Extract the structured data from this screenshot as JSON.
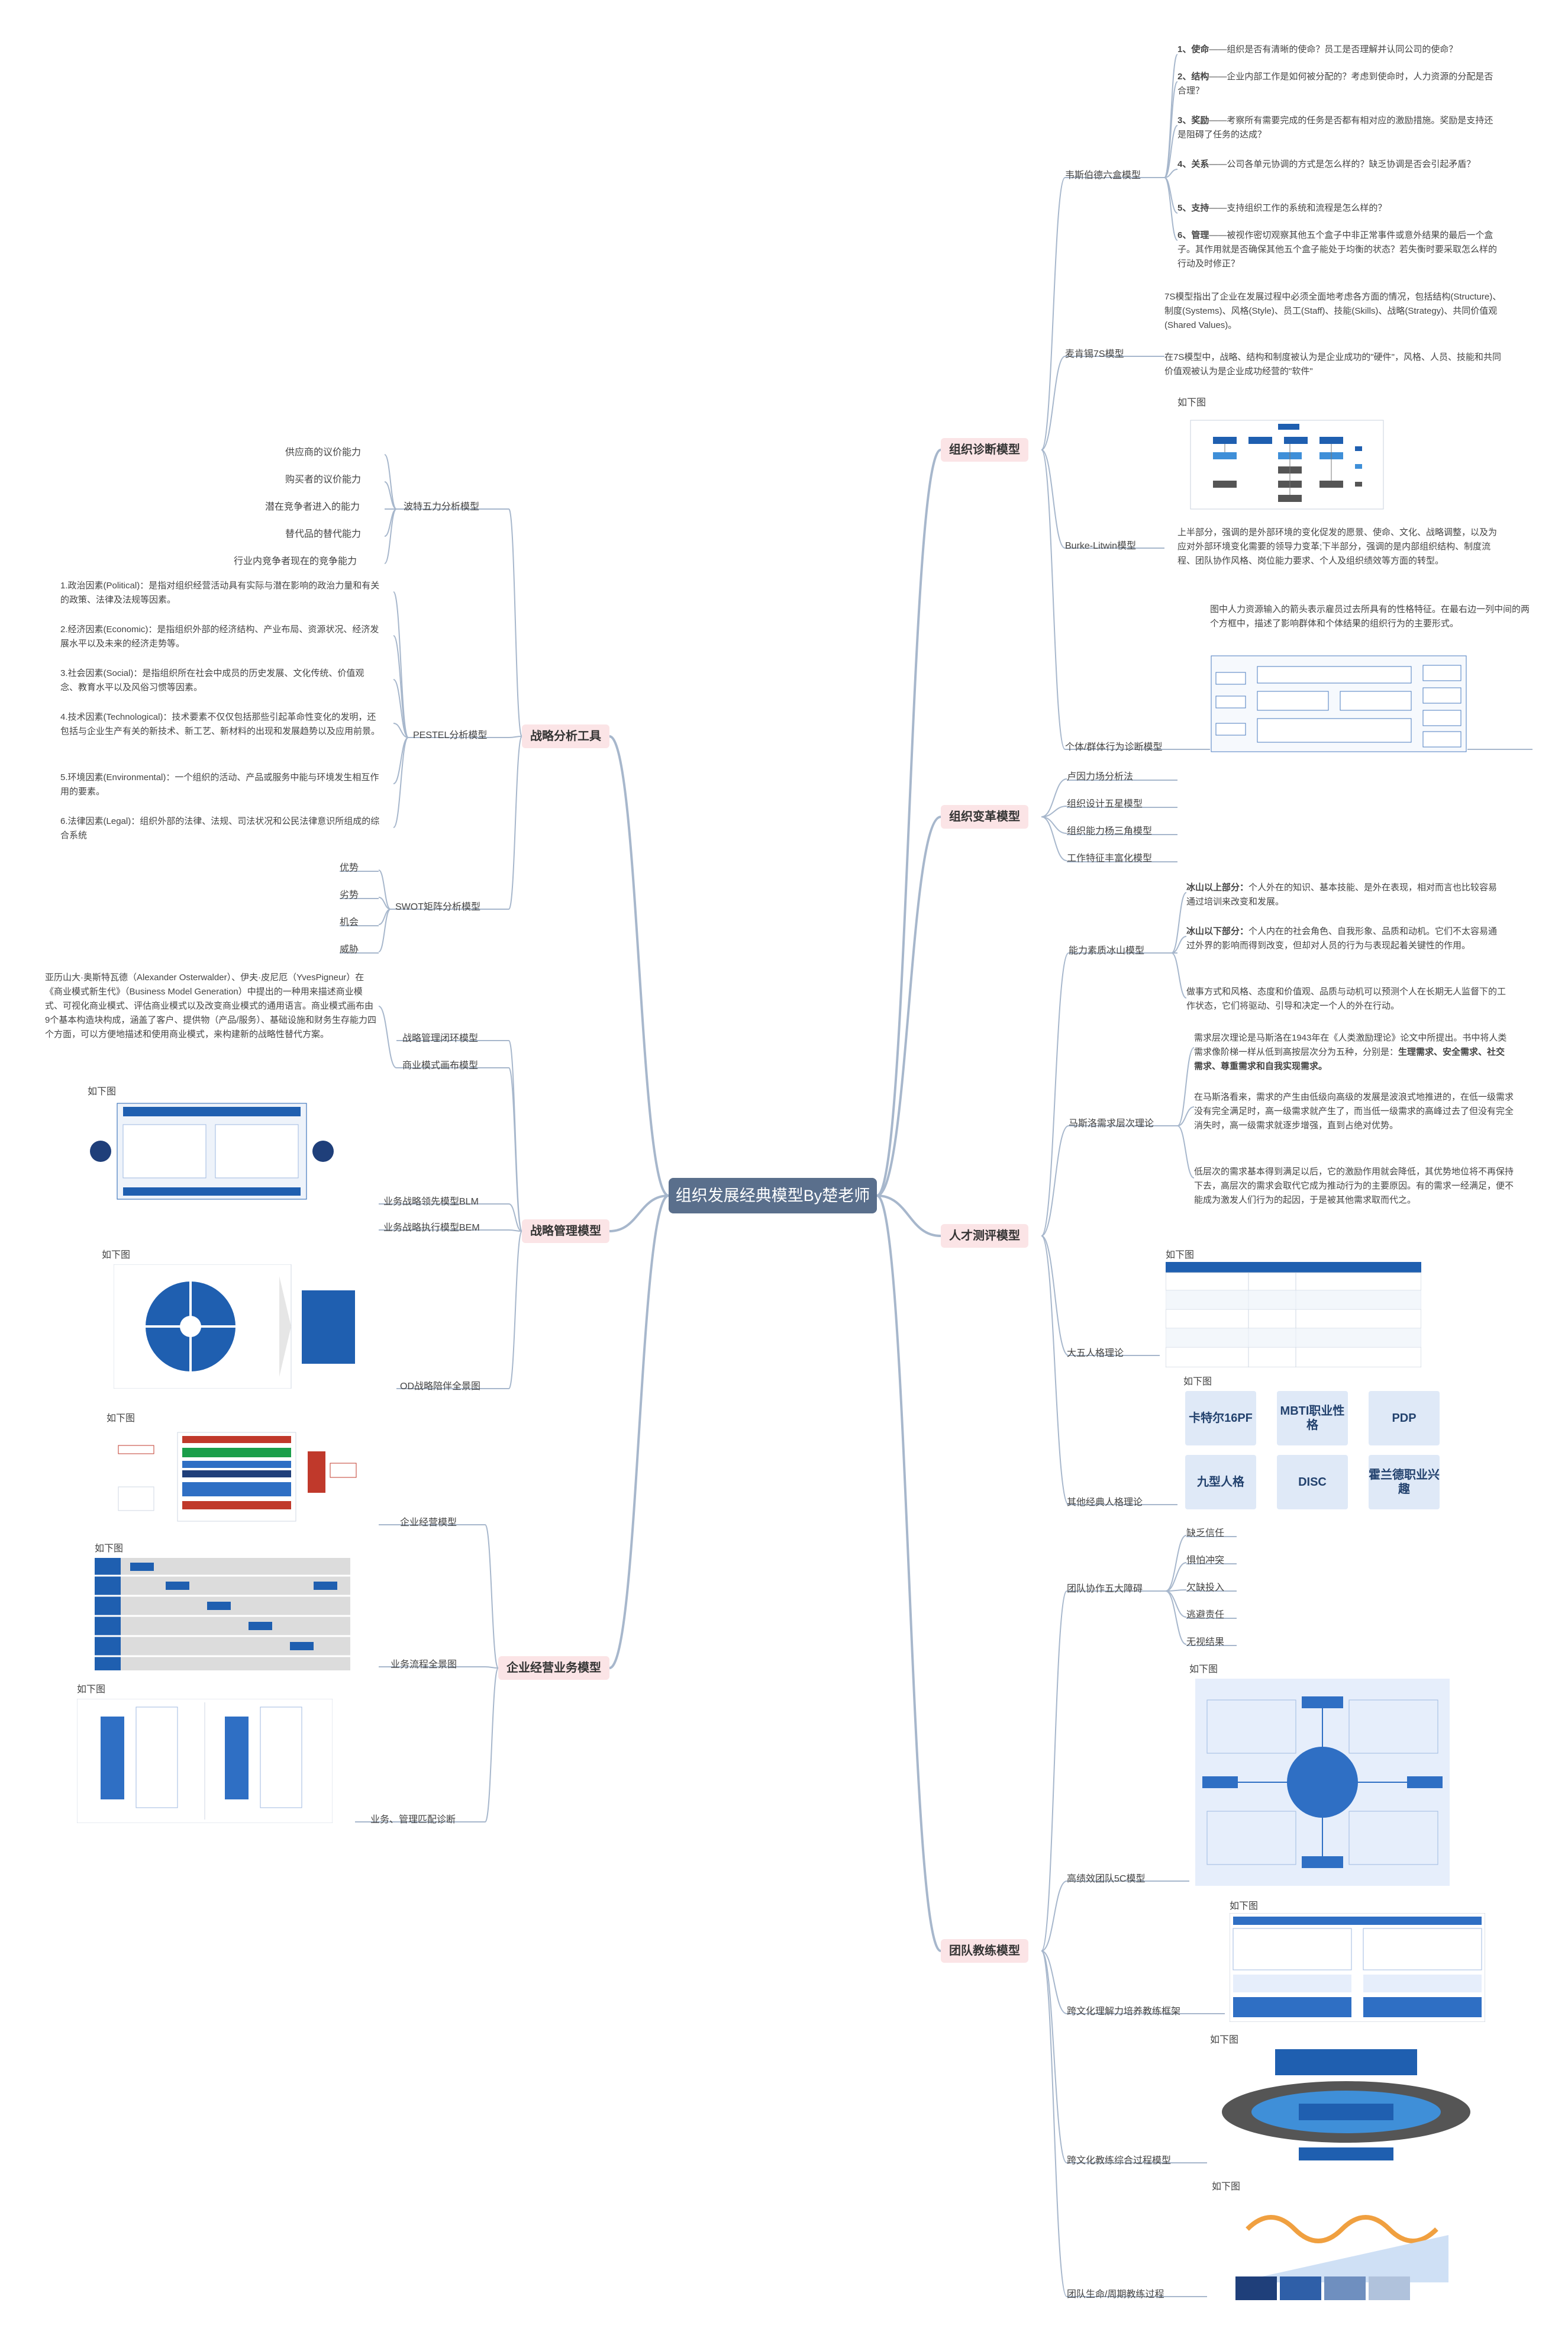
{
  "root": "组织发展经典模型By楚老师",
  "caption": "如下图",
  "diagnosis": {
    "title": "组织诊断模型",
    "weisbord": {
      "label": "韦斯伯德六盒模型",
      "items": [
        {
          "key": "1、使命",
          "text": "——组织是否有清晰的使命？员工是否理解并认同公司的使命？"
        },
        {
          "key": "2、结构",
          "text": "——企业内部工作是如何被分配的？考虑到使命时，人力资源的分配是否合理？"
        },
        {
          "key": "3、奖励",
          "text": "——考察所有需要完成的任务是否都有相对应的激励措施。奖励是支持还是阻碍了任务的达成？"
        },
        {
          "key": "4、关系",
          "text": "——公司各单元协调的方式是怎么样的？缺乏协调是否会引起矛盾？"
        },
        {
          "key": "5、支持",
          "text": "——支持组织工作的系统和流程是怎么样的？"
        },
        {
          "key": "6、管理",
          "text": "——被视作密切观察其他五个盒子中非正常事件或意外结果的最后一个盒子。其作用就是否确保其他五个盒子能处于均衡的状态？若失衡时要采取怎么样的行动及时修正？"
        }
      ]
    },
    "mckinsey": {
      "label": "麦肯锡7S模型",
      "p1": "7S模型指出了企业在发展过程中必须全面地考虑各方面的情况，包括结构(Structure)、制度(Systems)、风格(Style)、员工(Staff)、技能(Skills)、战略(Strategy)、共同价值观(Shared Values)。",
      "p2": "在7S模型中，战略、结构和制度被认为是企业成功的\"硬件\"，风格、人员、技能和共同价值观被认为是企业成功经营的\"软件\""
    },
    "burke": {
      "label": "Burke-Litwin模型",
      "text": "上半部分，强调的是外部环境的变化促发的愿景、使命、文化、战略调整，以及为应对外部环境变化需要的领导力变革;下半部分，强调的是内部组织结构、制度流程、团队协作风格、岗位能力要求、个人及组织绩效等方面的转型。"
    },
    "individual": {
      "label": "个体/群体行为诊断模型",
      "text": "图中人力资源输入的箭头表示雇员过去所具有的性格特征。在最右边一列中间的两个方框中，描述了影响群体和个体结果的组织行为的主要形式。"
    }
  },
  "change": {
    "title": "组织变革模型",
    "items": [
      "卢因力场分析法",
      "组织设计五星模型",
      "组织能力杨三角模型",
      "工作特征丰富化模型"
    ]
  },
  "talent": {
    "title": "人才测评模型",
    "iceberg": {
      "label": "能力素质冰山模型",
      "above_key": "冰山以上部分：",
      "above": "个人外在的知识、基本技能、是外在表现，相对而言也比较容易通过培训来改变和发展。",
      "below_key": "冰山以下部分：",
      "below": "个人内在的社会角色、自我形象、品质和动机。它们不太容易通过外界的影响而得到改变，但却对人员的行为与表现起着关键性的作用。",
      "extra": "做事方式和风格、态度和价值观、品质与动机可以预测个人在长期无人监督下的工作状态，它们将驱动、引导和决定一个人的外在行动。"
    },
    "maslow": {
      "label": "马斯洛需求层次理论",
      "p1a": "需求层次理论是马斯洛在1943年在《人类激励理论》论文中所提出。书中将人类需求像阶梯一样从低到高按层次分为五种，分别是：",
      "p1b": "生理需求、安全需求、社交需求、尊重需求和自我实现需求。",
      "p2": "在马斯洛看来，需求的产生由低级向高级的发展是波浪式地推进的，在低一级需求没有完全满足时，高一级需求就产生了，而当低一级需求的高峰过去了但没有完全消失时，高一级需求就逐步增强，直到占绝对优势。",
      "p3": "低层次的需求基本得到满足以后，它的激励作用就会降低，其优势地位将不再保持下去，高层次的需求会取代它成为推动行为的主要原因。有的需求一经满足，便不能成为激发人们行为的起因，于是被其他需求取而代之。"
    },
    "bigfive": {
      "label": "大五人格理论"
    },
    "others": {
      "label": "其他经典人格理论",
      "cards": [
        "卡特尔16PF",
        "MBTI职业性格",
        "PDP",
        "九型人格",
        "DISC",
        "霍兰德职业兴趣"
      ]
    }
  },
  "coaching": {
    "title": "团队教练模型",
    "five": {
      "label": "团队协作五大障碍",
      "items": [
        "缺乏信任",
        "惧怕冲突",
        "欠缺投入",
        "逃避责任",
        "无视结果"
      ]
    },
    "fivec": {
      "label": "高绩效团队5C模型"
    },
    "cross1": {
      "label": "跨文化理解力培养教练框架"
    },
    "cross2": {
      "label": "跨文化教练综合过程模型"
    },
    "lifecycle": {
      "label": "团队生命/周期教练过程"
    }
  },
  "strategy_analysis": {
    "title": "战略分析工具",
    "porter": {
      "label": "波特五力分析模型",
      "items": [
        "供应商的议价能力",
        "购买者的议价能力",
        "潜在竞争者进入的能力",
        "替代品的替代能力",
        "行业内竞争者现在的竞争能力"
      ]
    },
    "pestel": {
      "label": "PESTEL分析模型",
      "items": [
        "1.政治因素(Political)：是指对组织经营活动具有实际与潜在影响的政治力量和有关的政策、法律及法规等因素。",
        "2.经济因素(Economic)：是指组织外部的经济结构、产业布局、资源状况、经济发展水平以及未来的经济走势等。",
        "3.社会因素(Social)：是指组织所在社会中成员的历史发展、文化传统、价值观念、教育水平以及风俗习惯等因素。",
        "4.技术因素(Technological)：技术要素不仅仅包括那些引起革命性变化的发明，还包括与企业生产有关的新技术、新工艺、新材料的出现和发展趋势以及应用前景。",
        "5.环境因素(Environmental)：一个组织的活动、产品或服务中能与环境发生相互作用的要素。",
        "6.法律因素(Legal)：组织外部的法律、法规、司法状况和公民法律意识所组成的综合系统"
      ]
    },
    "swot": {
      "label": "SWOT矩阵分析模型",
      "items": [
        "优势",
        "劣势",
        "机会",
        "威胁"
      ]
    }
  },
  "strategy_mgmt": {
    "title": "战略管理模型",
    "loop": {
      "label": "战略管理闭环模型"
    },
    "canvas": {
      "label": "商业模式画布模型",
      "text": "亚历山大·奥斯特瓦德（Alexander Osterwalder）、伊夫·皮尼厄（YvesPigneur）在《商业模式新生代》（Business Model Generation）中提出的一种用来描述商业模式、可视化商业模式、评估商业模式以及改变商业模式的通用语言。商业模式画布由9个基本构造块构成，涵盖了客户、提供物（产品/服务）、基础设施和财务生存能力四个方面，可以方便地描述和使用商业模式，来构建新的战略性替代方案。"
    },
    "blm": {
      "label": "业务战略领先模型BLM"
    },
    "bem": {
      "label": "业务战略执行模型BEM"
    },
    "od": {
      "label": "OD战略陪伴全景图"
    }
  },
  "operation": {
    "title": "企业经营业务模型",
    "biz": {
      "label": "企业经营模型"
    },
    "process": {
      "label": "业务流程全景图"
    },
    "match": {
      "label": "业务、管理匹配诊断"
    }
  },
  "colors": {
    "accent": "#5a6f8c",
    "main_bg": "#fbe4e6",
    "link": "#a7b7cc",
    "figure": "#1f5fb0"
  }
}
